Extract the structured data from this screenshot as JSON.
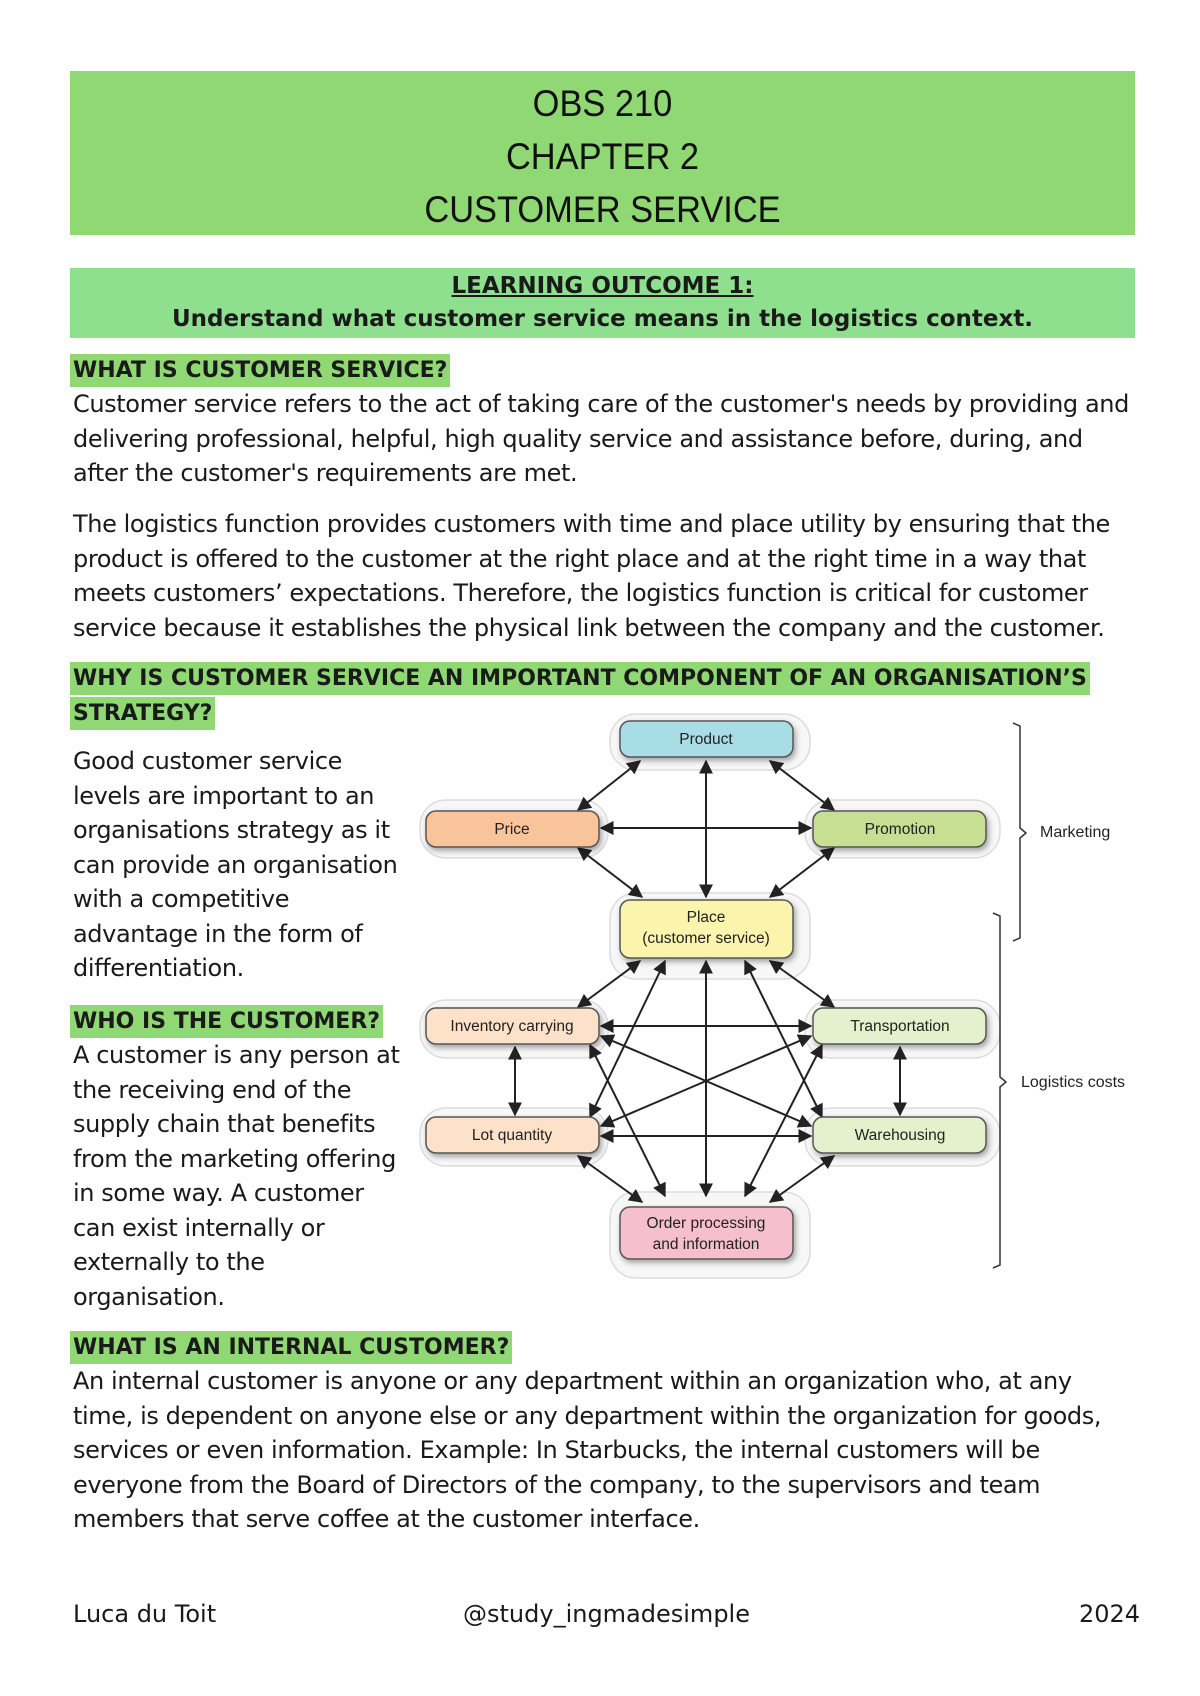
{
  "title": {
    "line1": "OBS 210",
    "line2": "CHAPTER 2",
    "line3": "CUSTOMER SERVICE"
  },
  "learning_outcome": {
    "heading": "LEARNING OUTCOME 1:",
    "text": "Understand what customer service means in the logistics context."
  },
  "sections": {
    "what_is": {
      "heading": "WHAT IS CUSTOMER SERVICE?",
      "para1": "Customer service refers to the act of taking care of the customer's needs by providing and delivering professional, helpful, high quality service and assistance before, during, and after the customer's requirements are met.",
      "para2": "The logistics function provides customers with time and place utility by ensuring that the product is offered to the customer at the right place and at the right time in a way that meets customers’ expectations. Therefore, the logistics function is critical for customer service because it establishes the physical link between the company and the customer."
    },
    "why_important": {
      "heading_line1": "WHY IS CUSTOMER SERVICE AN IMPORTANT COMPONENT OF AN ORGANISATION’S",
      "heading_line2": "STRATEGY?",
      "text": "Good customer service levels are important to an organisations strategy as it can provide an organisation with a competitive advantage in the form of differentiation."
    },
    "who_customer": {
      "heading": "WHO IS THE CUSTOMER?",
      "text": "A customer is any person at the receiving end of the supply chain that benefits from the marketing offering in some way. A customer can exist internally or externally to the organisation."
    },
    "internal_customer": {
      "heading": "WHAT IS AN INTERNAL CUSTOMER?",
      "text": "An internal customer is anyone or any department within an organization who, at any time, is dependent on anyone else or any department within the organization for goods, services or even information. Example: In Starbucks, the internal customers will be everyone from the Board of Directors of the company, to the supervisors and team members that serve coffee at the customer interface."
    }
  },
  "diagram": {
    "nodes": {
      "product": "Product",
      "price": "Price",
      "promotion": "Promotion",
      "place_line1": "Place",
      "place_line2": "(customer service)",
      "inventory": "Inventory carrying",
      "transportation": "Transportation",
      "lot_quantity": "Lot quantity",
      "warehousing": "Warehousing",
      "order_line1": "Order processing",
      "order_line2": "and information"
    },
    "brackets": {
      "marketing": "Marketing",
      "logistics": "Logistics costs"
    },
    "colors": {
      "product": "#a9dde6",
      "price": "#f9c49a",
      "promotion": "#c6df92",
      "place": "#fbf4ad",
      "inventory": "#fde1c8",
      "transportation": "#e4f1cd",
      "lot_quantity": "#fde1c8",
      "warehousing": "#e4f1cd",
      "order": "#f6bfcd"
    }
  },
  "footer": {
    "author": "Luca du Toit",
    "handle": "@study_ingmadesimple",
    "year": "2024"
  }
}
